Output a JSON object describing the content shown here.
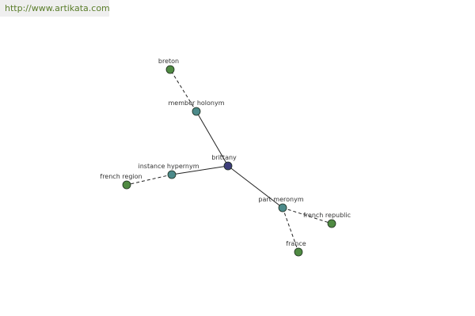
{
  "banner": {
    "url": "http://www.artikata.com"
  },
  "graph": {
    "nodes": [
      {
        "id": "brittany",
        "label": "brittany",
        "role": "center",
        "color": "#3d3d7a"
      },
      {
        "id": "member-holonym",
        "label": "member holonym",
        "role": "relation",
        "color": "#4c8a8a"
      },
      {
        "id": "instance-hypernym",
        "label": "instance hypernym",
        "role": "relation",
        "color": "#4c8a8a"
      },
      {
        "id": "part-meronym",
        "label": "part meronym",
        "role": "relation",
        "color": "#4c8a8a"
      },
      {
        "id": "breton",
        "label": "breton",
        "role": "term",
        "color": "#4f8a42"
      },
      {
        "id": "french-region",
        "label": "french region",
        "role": "term",
        "color": "#4f8a42"
      },
      {
        "id": "french-republic",
        "label": "french republic",
        "role": "term",
        "color": "#4f8a42"
      },
      {
        "id": "france",
        "label": "france",
        "role": "term",
        "color": "#4f8a42"
      }
    ],
    "edges": [
      {
        "from": "brittany",
        "to": "member-holonym",
        "style": "solid"
      },
      {
        "from": "brittany",
        "to": "instance-hypernym",
        "style": "solid"
      },
      {
        "from": "brittany",
        "to": "part-meronym",
        "style": "solid"
      },
      {
        "from": "member-holonym",
        "to": "breton",
        "style": "dashed"
      },
      {
        "from": "instance-hypernym",
        "to": "french-region",
        "style": "dashed"
      },
      {
        "from": "part-meronym",
        "to": "french-republic",
        "style": "dashed"
      },
      {
        "from": "part-meronym",
        "to": "france",
        "style": "dashed"
      }
    ]
  }
}
